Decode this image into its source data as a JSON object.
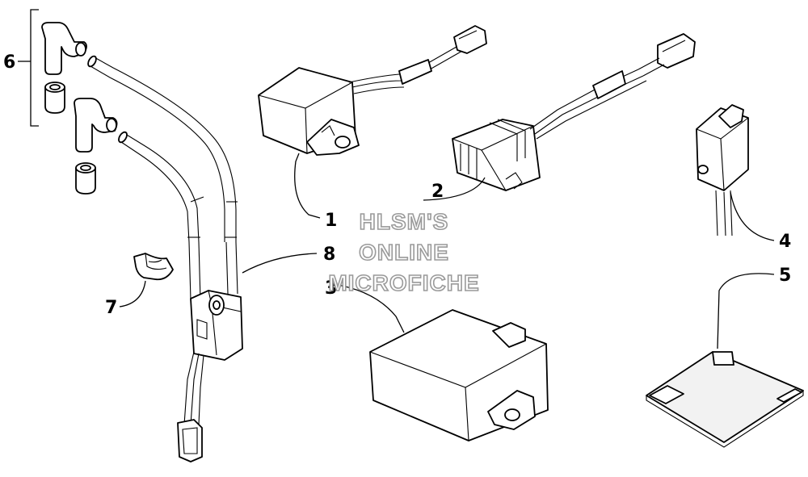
{
  "callouts": {
    "c1": "1",
    "c2": "2",
    "c3": "3",
    "c4": "4",
    "c5": "5",
    "c6": "6",
    "c7": "7",
    "c8": "8"
  },
  "watermark": {
    "line1": "HLSM'S",
    "line2": "ONLINE",
    "line3": "MICROFICHE"
  }
}
